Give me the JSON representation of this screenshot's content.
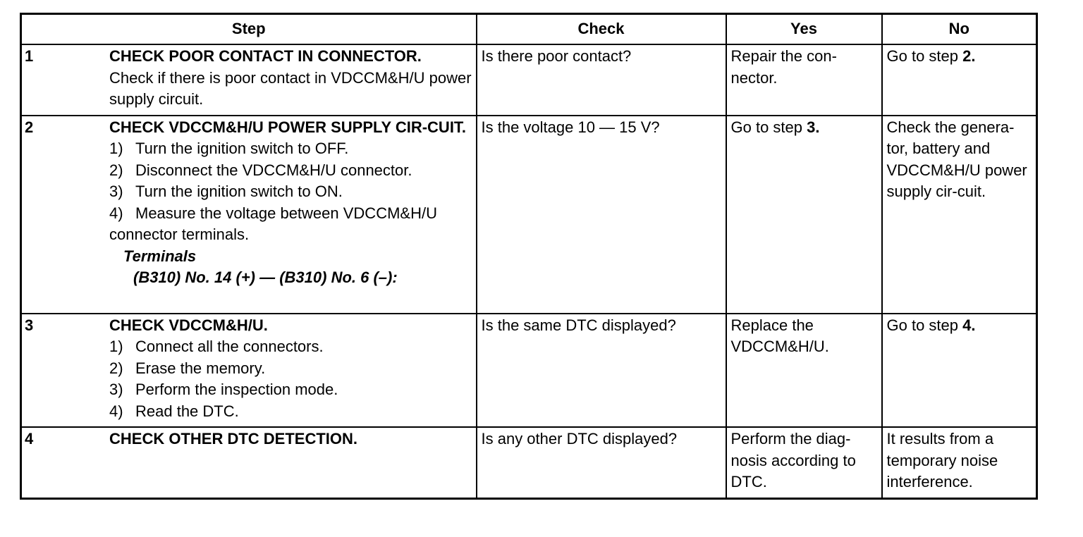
{
  "headers": {
    "step": "Step",
    "check": "Check",
    "yes": "Yes",
    "no": "No"
  },
  "rows": [
    {
      "num": "1",
      "title": "CHECK POOR CONTACT IN CONNECTOR.",
      "desc": "Check if there is poor contact in VDCCM&H/U power supply circuit.",
      "check": "Is there poor contact?",
      "yes": "Repair the con-nector.",
      "no_text": "Go to step ",
      "no_step": "2."
    },
    {
      "num": "2",
      "title": "CHECK VDCCM&H/U POWER SUPPLY CIR-CUIT.",
      "substeps": [
        {
          "n": "1)",
          "text": "Turn the ignition switch to OFF."
        },
        {
          "n": "2)",
          "text": "Disconnect the VDCCM&H/U connector."
        },
        {
          "n": "3)",
          "text": "Turn the ignition switch to ON."
        },
        {
          "n": "4)",
          "text": "Measure the voltage between VDCCM&H/U connector terminals."
        }
      ],
      "terminals_label": "Terminals",
      "terminals_value": "(B310) No. 14 (+) — (B310) No. 6 (–):",
      "check": "Is the voltage 10 — 15 V?",
      "yes_text": "Go to step ",
      "yes_step": "3.",
      "no": "Check the genera-tor, battery and VDCCM&H/U power supply cir-cuit."
    },
    {
      "num": "3",
      "title": "CHECK VDCCM&H/U.",
      "substeps": [
        {
          "n": "1)",
          "text": "Connect all the connectors."
        },
        {
          "n": "2)",
          "text": "Erase the memory."
        },
        {
          "n": "3)",
          "text": "Perform the inspection mode."
        },
        {
          "n": "4)",
          "text": "Read the DTC."
        }
      ],
      "check": "Is the same DTC displayed?",
      "yes": "Replace the VDCCM&H/U.",
      "no_text": "Go to step ",
      "no_step": "4."
    },
    {
      "num": "4",
      "title": "CHECK OTHER DTC DETECTION.",
      "check": "Is any other DTC displayed?",
      "yes": "Perform the diag-nosis according to DTC.",
      "no": "It results from a temporary noise interference."
    }
  ]
}
